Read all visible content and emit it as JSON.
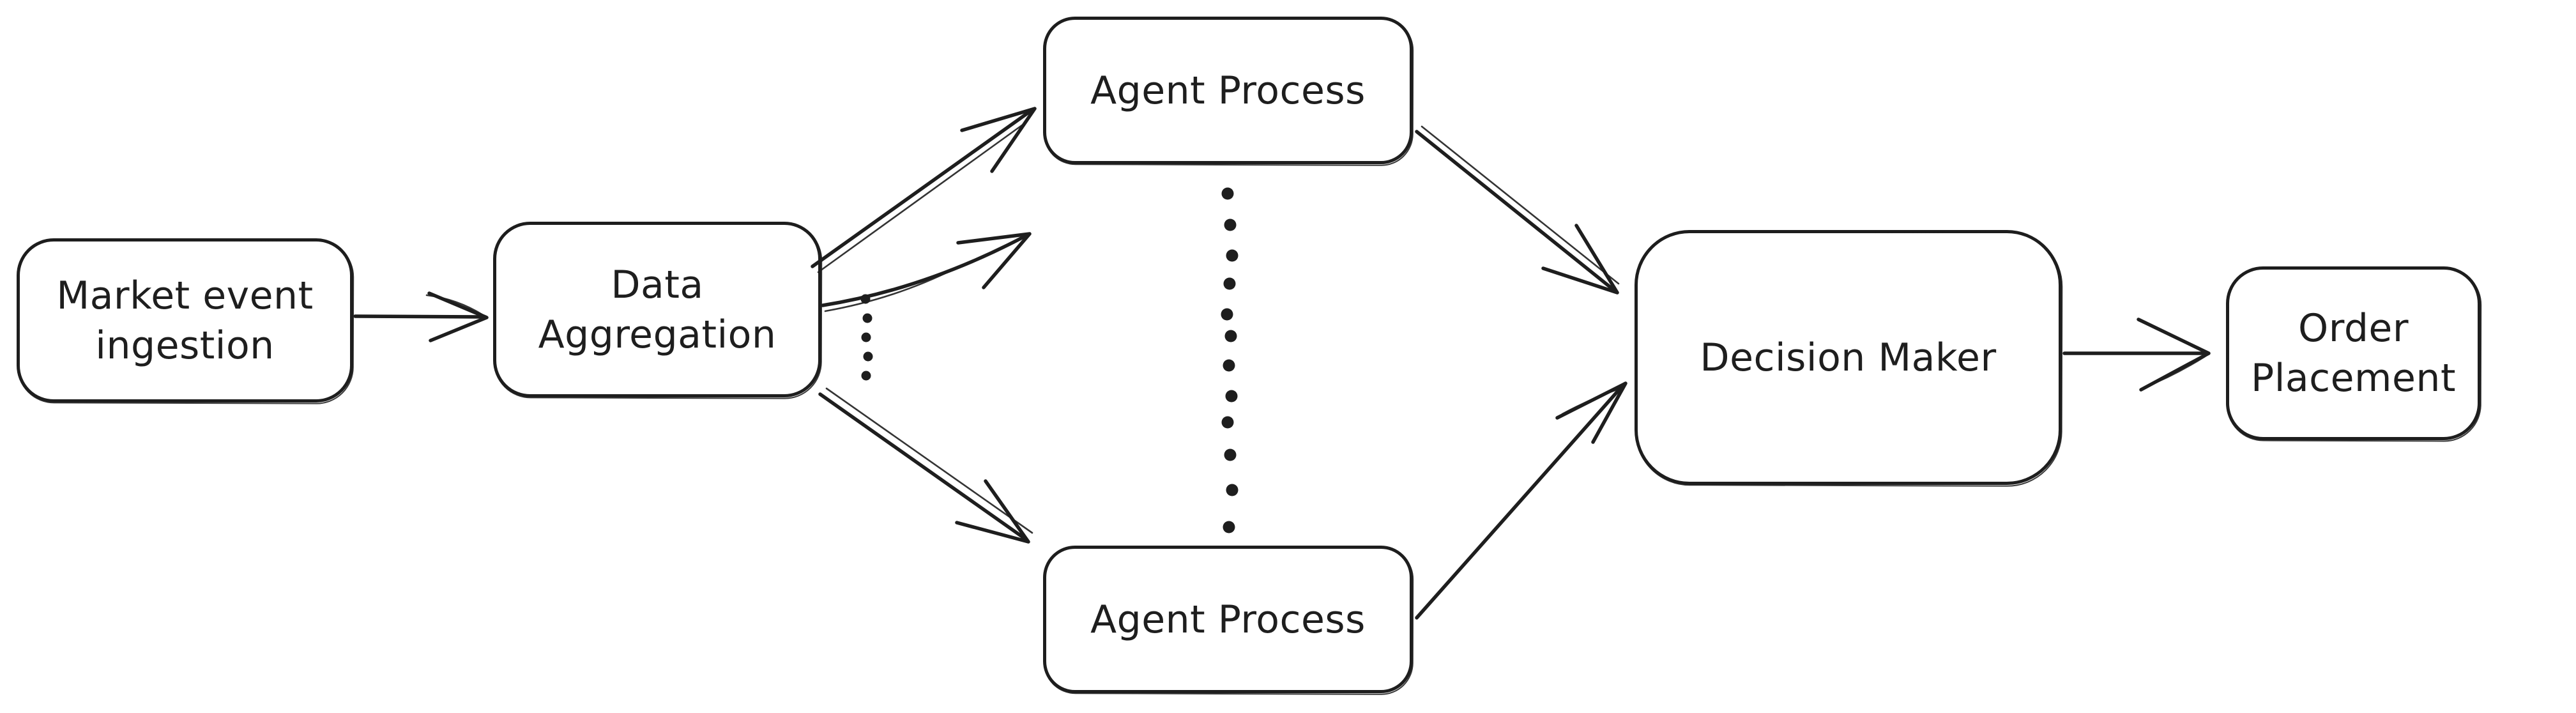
{
  "diagram": {
    "type": "flowchart",
    "style": "hand-drawn",
    "background_color": "#ffffff",
    "stroke_color": "#1e1e1e",
    "nodes": [
      {
        "id": "market-event-ingestion",
        "label": "Market event\ningestion"
      },
      {
        "id": "data-aggregation",
        "label": "Data\nAggregation"
      },
      {
        "id": "agent-process-top",
        "label": "Agent Process"
      },
      {
        "id": "agent-process-bottom",
        "label": "Agent Process"
      },
      {
        "id": "decision-maker",
        "label": "Decision Maker"
      },
      {
        "id": "order-placement",
        "label": "Order\nPlacement"
      }
    ],
    "edges": [
      {
        "from": "market-event-ingestion",
        "to": "data-aggregation"
      },
      {
        "from": "data-aggregation",
        "to": "agent-process-top"
      },
      {
        "from": "data-aggregation",
        "to": "agent-process-hidden (ellipsis)"
      },
      {
        "from": "data-aggregation",
        "to": "agent-process-bottom"
      },
      {
        "from": "agent-process-top",
        "to": "decision-maker"
      },
      {
        "from": "agent-process-bottom",
        "to": "decision-maker"
      },
      {
        "from": "decision-maker",
        "to": "order-placement"
      }
    ],
    "ellipses": {
      "fan_dots_near_aggregation": 5,
      "agent_column_dots": 12
    }
  }
}
